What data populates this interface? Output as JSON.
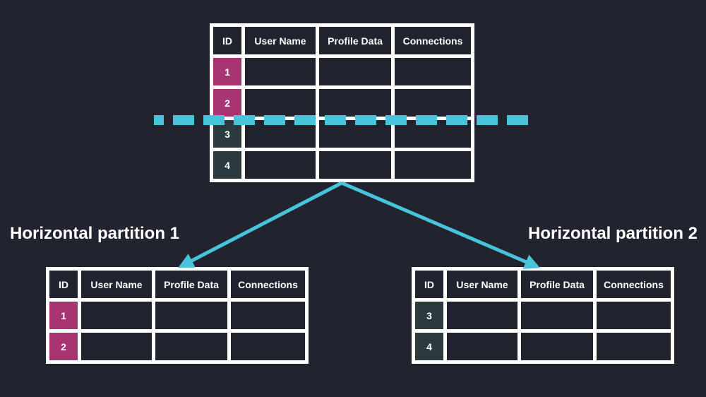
{
  "colors": {
    "background": "#21242f",
    "table_grid": "#ffffff",
    "cell_fill": "#21242f",
    "id_partition1_fill": "#a83572",
    "id_partition2_fill": "#2b3a3d",
    "accent_cyan": "#47c4dc",
    "text": "#ffffff"
  },
  "main_table": {
    "headers": [
      "ID",
      "User Name",
      "Profile Data",
      "Connections"
    ],
    "row_ids": [
      "1",
      "2",
      "3",
      "4"
    ]
  },
  "partition1": {
    "label": "Horizontal partition 1",
    "table": {
      "headers": [
        "ID",
        "User Name",
        "Profile Data",
        "Connections"
      ],
      "row_ids": [
        "1",
        "2"
      ]
    }
  },
  "partition2": {
    "label": "Horizontal partition 2",
    "table": {
      "headers": [
        "ID",
        "User Name",
        "Profile Data",
        "Connections"
      ],
      "row_ids": [
        "3",
        "4"
      ]
    }
  }
}
